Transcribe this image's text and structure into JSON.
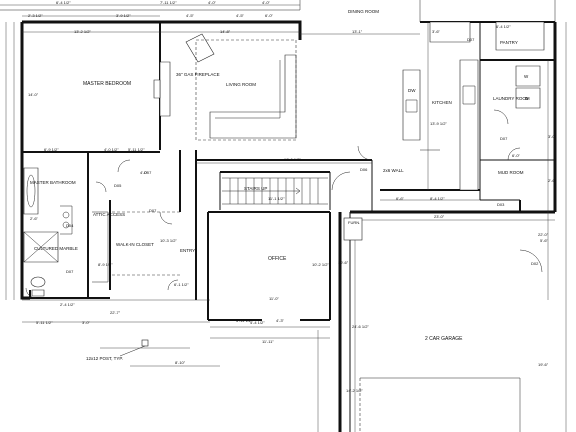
{
  "rooms": {
    "dining": "DINING ROOM",
    "master_bedroom": "MASTER BEDROOM",
    "living_room": "LIVING ROOM",
    "fireplace": "36\" GAS FIREPLACE",
    "kitchen": "KITCHEN",
    "pantry": "PANTRY",
    "laundry": "LAUNDRY ROOM",
    "mud_room": "MUD ROOM",
    "master_bath": "MASTER BATHROOM",
    "attic": "ATTIC ACCESS",
    "walk_in_closet": "WALK-IN CLOSET",
    "entry": "ENTRY",
    "office": "OFFICE",
    "stairs": "STAIRS UP",
    "garage": "2 CAR GARAGE",
    "cultured_marble": "CULTURED MARBLE",
    "furn": "FURN.",
    "wall_note": "2x6 WALL",
    "post_note": "12x12 POST, TYP."
  },
  "appliances": {
    "dishwasher": "DW",
    "washer": "W",
    "dryer": "D"
  },
  "doors": {
    "d04": "D04",
    "d05": "D05",
    "d06": "D06",
    "d07a": "D07",
    "d07b": "D07",
    "d07c": "D07",
    "d07d": "D07",
    "d07e": "D07",
    "d03": "D03",
    "d02": "D02"
  },
  "dimensions": {
    "top_1": "2'-3 1/2\"",
    "top_2": "3'-9 1/2\"",
    "top_3": "7'-11 1/2\"",
    "top_4": "4'-5\"",
    "top_5": "4'-5\"",
    "top_6": "4'-0\"",
    "top_7": "6'-0\"",
    "top_8": "4'-0\"",
    "top_9": "6'-4 1/2\"",
    "top_10": "6'-4 1/2\"",
    "mb_w": "13'-2 1/2\"",
    "mb_h": "14'-0\"",
    "living_w": "14'-8\"",
    "living_13": "13'-1\"",
    "kitchen_h": "13'-9 1/2\"",
    "dining_off": "3'-6\"",
    "stair_w": "18'-0 1/2\"",
    "stair_run": "11'-1 1/2\"",
    "garage_w": "23'-0\"",
    "entry_w": "10'-3 1/2\"",
    "office_h": "10'-2 1/2\"",
    "office_w": "11'-0\"",
    "hall_1": "5'-11 1/2\"",
    "hall_2": "8'-9 1/2\"",
    "hall_3": "6'-1 1/2\"",
    "hall_4": "4'-0 1/2\"",
    "hall_5": "2'-4 1/2\"",
    "hall_6": "4'-0\"",
    "bath_1": "6'-9 1/2\"",
    "bath_2": "2'-6\"",
    "bath_3": "5'-11 1/2\"",
    "bot_1": "5'-11 1/2\"",
    "bot_2": "3'-0\"",
    "bot_3": "22'-7\"",
    "bot_4": "11'-11\"",
    "bot_5": "4'-3\"",
    "bot_6": "8'-10\"",
    "gar_1": "24'-6 1/2\"",
    "gar_2": "14'-2 1/2\"",
    "gar_3": "10'-6\"",
    "gar_4": "19'-6\"",
    "side_1": "22'-0\"",
    "side_2": "5'-6\"",
    "side_3": "8'-4 1/2\"",
    "side_4": "6'-0\"",
    "side_5": "3'-0\"",
    "side_6": "2'-6\"",
    "mud_1": "6'-6\"",
    "closet": "4'-4 1/2\""
  }
}
